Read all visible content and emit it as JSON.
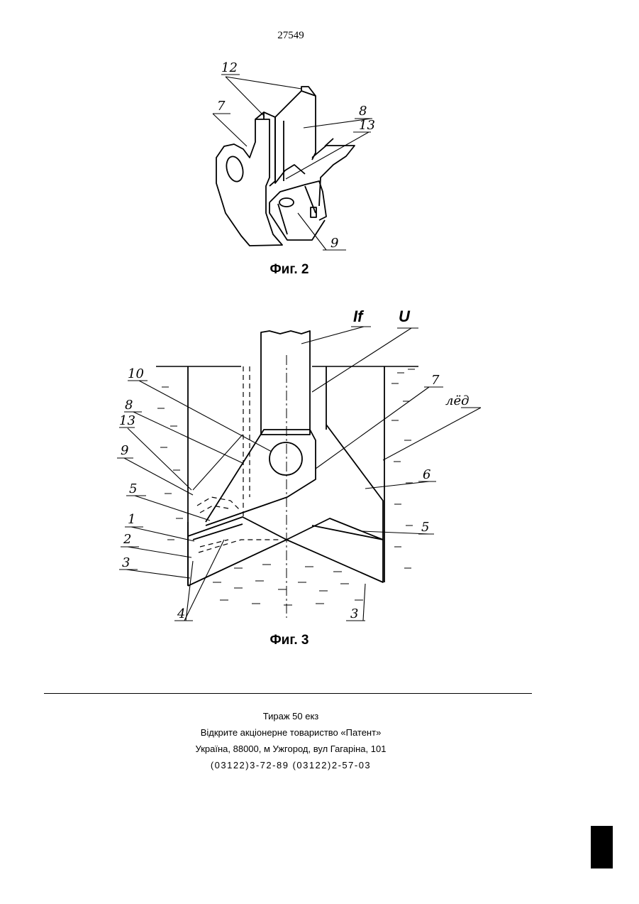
{
  "page": {
    "number": "27549"
  },
  "figure2": {
    "caption": "Фиг. 2",
    "labels": {
      "l12": "12",
      "l7": "7",
      "l8": "8",
      "l13": "13",
      "l9": "9"
    }
  },
  "figure3": {
    "caption": "Фиг. 3",
    "labels": {
      "lIf": "If",
      "lU": "U",
      "l10": "10",
      "l8": "8",
      "l13": "13",
      "l9": "9",
      "l5a": "5",
      "l1": "1",
      "l2": "2",
      "l3a": "3",
      "l4": "4",
      "l7": "7",
      "lIce": "лёд",
      "l6": "6",
      "l5b": "5",
      "l3b": "3"
    }
  },
  "footer": {
    "line1": "Тираж 50 екз",
    "line2": "Відкрите акціонерне товариство «Патент»",
    "line3": "Україна, 88000, м Ужгород, вул Гагаріна, 101",
    "line4": "(03122)3-72-89   (03122)2-57-03"
  }
}
